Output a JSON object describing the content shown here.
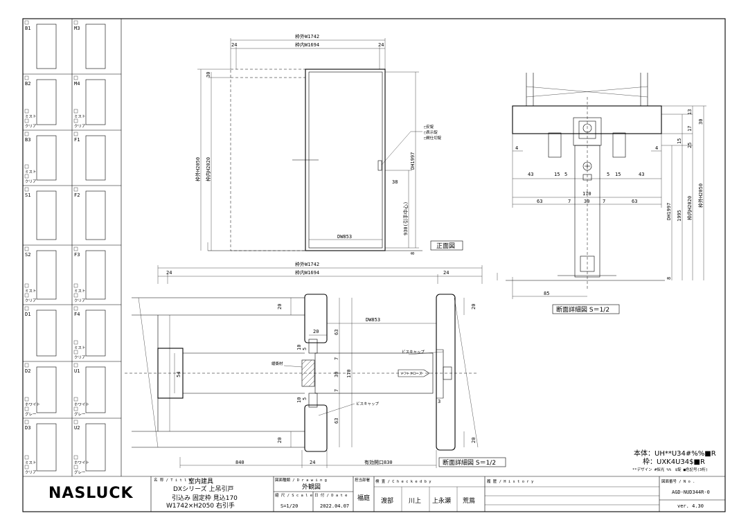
{
  "door_panels": [
    {
      "code": "B1",
      "opts": []
    },
    {
      "code": "M3",
      "opts": []
    },
    {
      "code": "B2",
      "opts": [
        "ミスト",
        "クリア"
      ]
    },
    {
      "code": "M4",
      "opts": [
        "ミスト",
        "クリア"
      ]
    },
    {
      "code": "B3",
      "opts": [
        "ミスト",
        "クリア"
      ]
    },
    {
      "code": "F1",
      "opts": []
    },
    {
      "code": "S1",
      "opts": []
    },
    {
      "code": "F2",
      "opts": []
    },
    {
      "code": "S2",
      "opts": [
        "ミスト",
        "クリア"
      ]
    },
    {
      "code": "F3",
      "opts": [
        "ミスト",
        "クリア"
      ]
    },
    {
      "code": "D1",
      "opts": []
    },
    {
      "code": "F4",
      "opts": [
        "ミスト",
        "クリア"
      ]
    },
    {
      "code": "D2",
      "opts": [
        "ホワイト",
        "グレー"
      ]
    },
    {
      "code": "U1",
      "opts": [
        "ホワイト",
        "グレー"
      ]
    },
    {
      "code": "D3",
      "opts": [
        "ミスト",
        "クリア"
      ]
    },
    {
      "code": "U2",
      "opts": [
        "ホワイト",
        "グレー"
      ]
    }
  ],
  "front": {
    "outer_width": "枠外W1742",
    "inner_width": "枠内W1694",
    "left_24": "24",
    "right_24": "24",
    "outer_height": "枠外H2050",
    "inner_height": "枠内H2020",
    "top_30": "30",
    "dh": "DH1997",
    "dim_38": "38",
    "handle_h": "930(引手中心)",
    "dw": "DW853",
    "dim_8": "8",
    "options": [
      "□安錠",
      "□表示錠",
      "□間仕切錠"
    ],
    "label": "正面図"
  },
  "section_v": {
    "dims_left": [
      "43",
      "15",
      "5"
    ],
    "dims_right": [
      "5",
      "15",
      "43"
    ],
    "d4l": "4",
    "d4r": "4",
    "d170": "170",
    "d63l": "63",
    "d7a": "7",
    "d30": "30",
    "d7b": "7",
    "d63r": "63",
    "r13": "13",
    "r17": "17",
    "r30": "30",
    "r15": "15",
    "r25": "25",
    "rdh": "DH1997",
    "r1995": "1995",
    "r2020": "枠内H2020",
    "r2050": "枠外H2050",
    "r8": "8",
    "d85": "85",
    "label": "断面詳細図 S＝1/2"
  },
  "plan": {
    "outer_width": "枠外W1742",
    "inner_width": "枠内W1694",
    "l24": "24",
    "r24": "24",
    "d20a": "20",
    "d20b": "20",
    "d20c": "20",
    "d20d": "20",
    "d20e": "20",
    "d63a": "63",
    "d63b": "63",
    "dw": "DW853",
    "d10a": "10",
    "d5a": "5",
    "d10b": "10",
    "d5b": "5",
    "d7a": "7",
    "d7b": "7",
    "d30": "30",
    "d170": "170",
    "d54": "54",
    "d3": "3",
    "stopper": "緩衝材",
    "cap1": "ビスキャップ",
    "cap2": "ビスキャップ",
    "soft": "ソフトクローズ",
    "d840": "840",
    "d24b": "24",
    "opening": "有効開口830",
    "label": "断面詳細図 S＝1/2"
  },
  "spec": {
    "body": "本体：UH**U34#%%■R",
    "frame": "枠：UXK4U34$■R",
    "note": "**デザイン #採光 %%　$錠 ■色記号(3桁)"
  },
  "title_block": {
    "logo": "NASLUCK",
    "name_hdr": "名 称 / T i t l e",
    "name1": "室内建具",
    "name2": "DXシリーズ 上吊引戸",
    "name3": "引込み 固定枠 見込170",
    "name4": "W1742×H2050 右引手",
    "kind_hdr": "図面種類 / D r a w i n g",
    "kind": "外観図",
    "scale_hdr": "縮 尺 / S c a l e",
    "scale": "S=1/20",
    "date_hdr": "日 付 / D a t e",
    "date": "2022.04.07",
    "office_hdr": "担当部署",
    "office": "福庭",
    "check_hdr": "検 査 / C h e c k e d   b y",
    "checkers": [
      "渡部",
      "川上",
      "上永瀬",
      "荒蔦"
    ],
    "history_hdr": "履 歴 / H i s t o r y",
    "no_hdr": "図面番号 / N o .",
    "drawing_no": "AGD-NUD344R-0",
    "version": "ver. 4.30"
  }
}
